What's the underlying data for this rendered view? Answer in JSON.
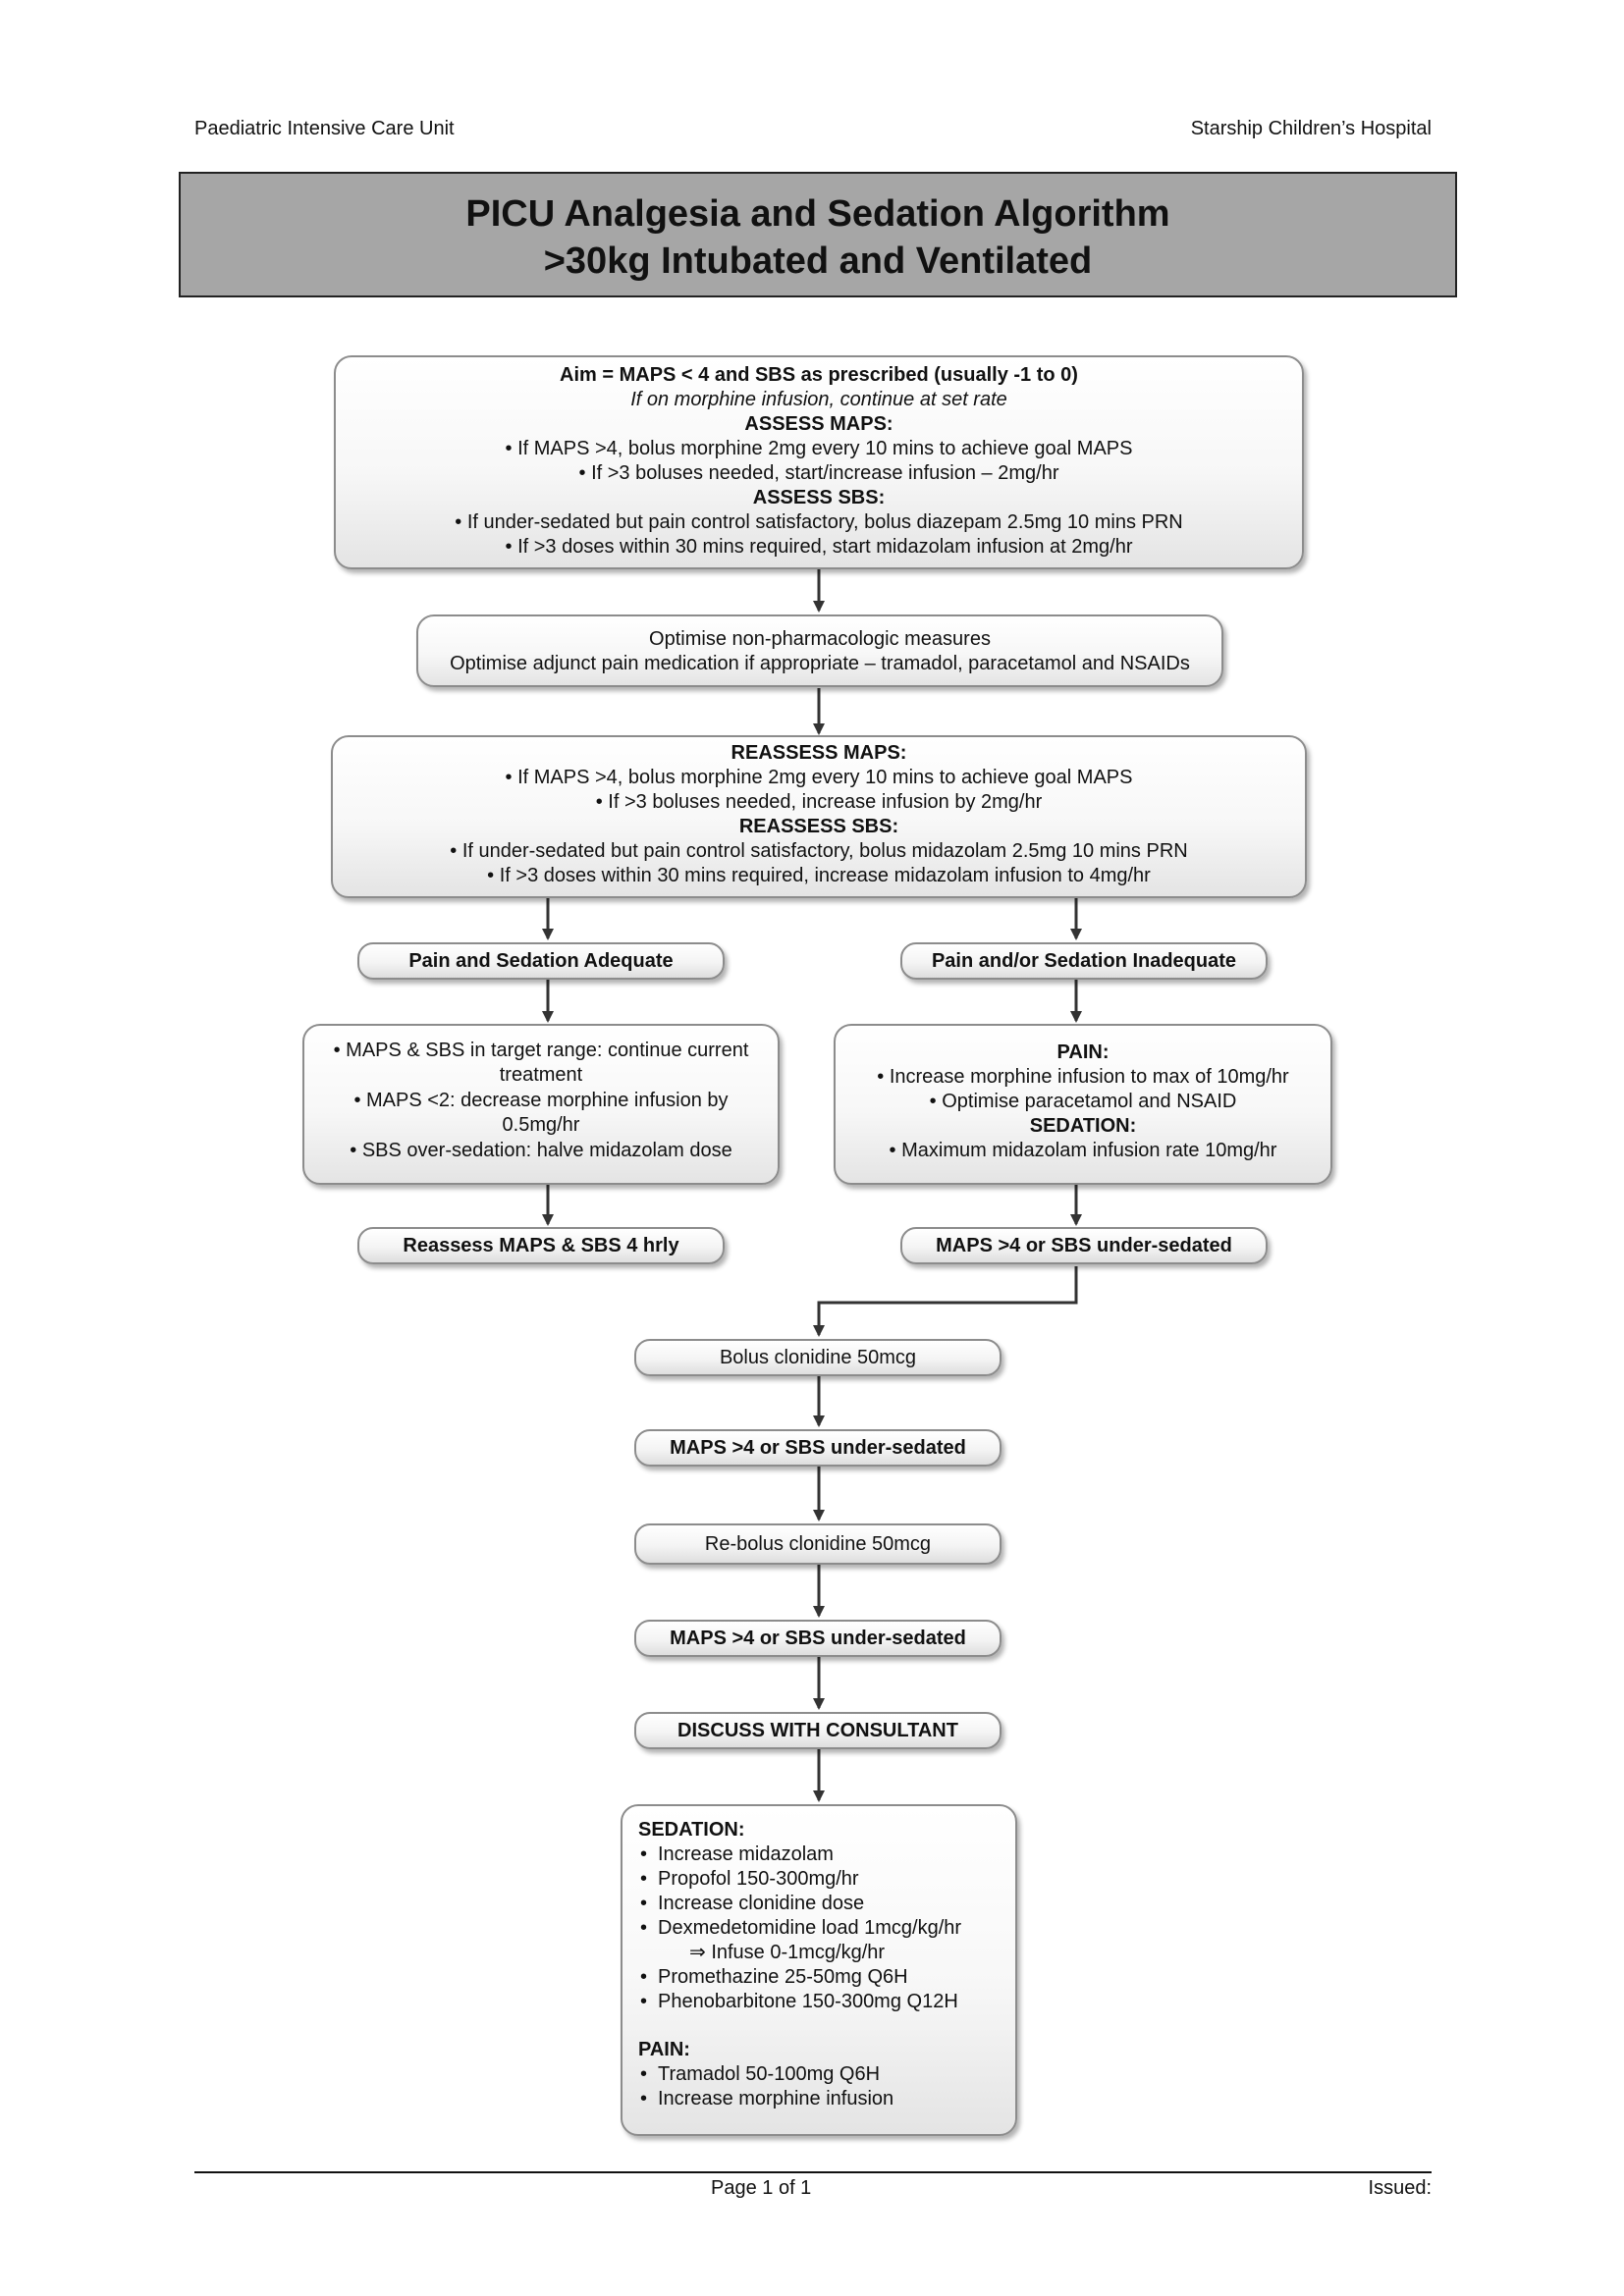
{
  "header": {
    "left": "Paediatric Intensive Care Unit",
    "right": "Starship Children’s Hospital"
  },
  "title": {
    "line1": "PICU Analgesia and Sedation Algorithm",
    "line2": ">30kg Intubated and Ventilated"
  },
  "initial_box": {
    "aim": "Aim = MAPS < 4 and SBS as prescribed (usually -1 to 0)",
    "note": "If on morphine infusion, continue at set rate",
    "maps_heading": "ASSESS MAPS:",
    "maps_items": [
      "If MAPS >4, bolus morphine 2mg every 10 mins to achieve goal MAPS",
      "If >3 boluses needed, start/increase infusion – 2mg/hr"
    ],
    "sbs_heading": "ASSESS SBS:",
    "sbs_items": [
      "If under-sedated but pain control satisfactory, bolus diazepam 2.5mg 10 mins PRN",
      "If >3 doses within 30 mins required, start midazolam infusion at 2mg/hr"
    ]
  },
  "optimise_box": {
    "line1": "Optimise non-pharmacologic measures",
    "line2": "Optimise adjunct pain medication if appropriate – tramadol, paracetamol and NSAIDs"
  },
  "reassess_box": {
    "maps_heading": "REASSESS MAPS:",
    "maps_items": [
      "If MAPS >4, bolus morphine 2mg every 10 mins to achieve goal MAPS",
      "If >3 boluses needed, increase infusion by 2mg/hr"
    ],
    "sbs_heading": "REASSESS SBS:",
    "sbs_items": [
      "If under-sedated but pain control satisfactory, bolus midazolam 2.5mg 10 mins PRN",
      "If >3 doses within 30 mins required, increase midazolam infusion to 4mg/hr"
    ]
  },
  "left_branch": {
    "label": "Pain and Sedation Adequate",
    "items": [
      "MAPS & SBS in target range: continue current treatment",
      "MAPS <2: decrease morphine infusion by 0.5mg/hr",
      "SBS over-sedation: halve midazolam dose"
    ],
    "end": "Reassess MAPS & SBS 4 hrly"
  },
  "right_branch": {
    "label": "Pain and/or Sedation Inadequate",
    "pain_heading": "PAIN:",
    "pain_items": [
      "Increase morphine infusion to max of 10mg/hr",
      "Optimise paracetamol and NSAID"
    ],
    "sedation_heading": "SEDATION:",
    "sedation_items": [
      "Maximum midazolam infusion rate 10mg/hr"
    ],
    "end": "MAPS >4 or SBS under-sedated"
  },
  "steps": {
    "bolus": "Bolus clonidine 50mcg",
    "check1": "MAPS >4 or SBS under-sedated",
    "rebolus": "Re-bolus clonidine 50mcg",
    "check2": "MAPS >4 or SBS under-sedated",
    "discuss": "DISCUSS WITH CONSULTANT"
  },
  "final_box": {
    "sedation_heading": "SEDATION:",
    "sedation_items": [
      "Increase midazolam",
      "Propofol 150-300mg/hr",
      "Increase clonidine dose",
      "Dexmedetomidine load 1mcg/kg/hr"
    ],
    "dex_sub": "⇒ Infuse 0-1mcg/kg/hr",
    "sedation_items_2": [
      "Promethazine 25-50mg Q6H",
      "Phenobarbitone 150-300mg Q12H"
    ],
    "pain_heading": "PAIN:",
    "pain_items": [
      "Tramadol 50-100mg Q6H",
      "Increase morphine infusion"
    ]
  },
  "footer": {
    "page": "Page 1 of 1",
    "issued": "Issued:"
  }
}
